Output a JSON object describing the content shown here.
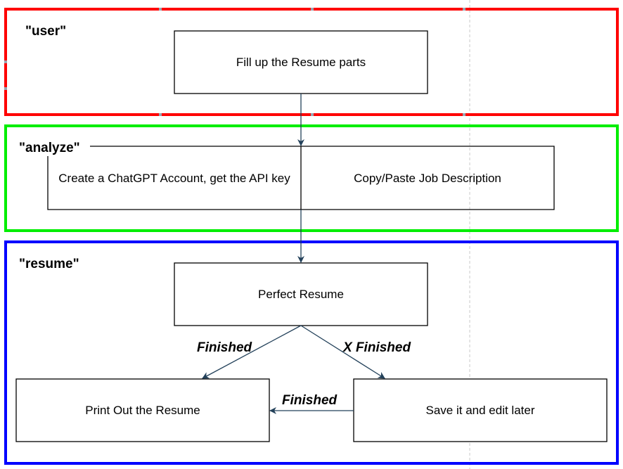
{
  "colors": {
    "user_lane": "#ff0000",
    "analyze_lane": "#00ee00",
    "resume_lane": "#0000ff",
    "arrow": "#23415a"
  },
  "lanes": {
    "user": "\"user\"",
    "analyze": "\"analyze\"",
    "resume": "\"resume\""
  },
  "boxes": {
    "fill_resume": "Fill up the Resume parts",
    "create_account": "Create a ChatGPT Account, get the API key",
    "job_description": "Copy/Paste Job Description",
    "perfect_resume": "Perfect Resume",
    "print_out": "Print Out the Resume",
    "save_edit": "Save it and edit later"
  },
  "edges": {
    "finished_left": "Finished",
    "not_finished": "X Finished",
    "finished_bottom": "Finished"
  }
}
